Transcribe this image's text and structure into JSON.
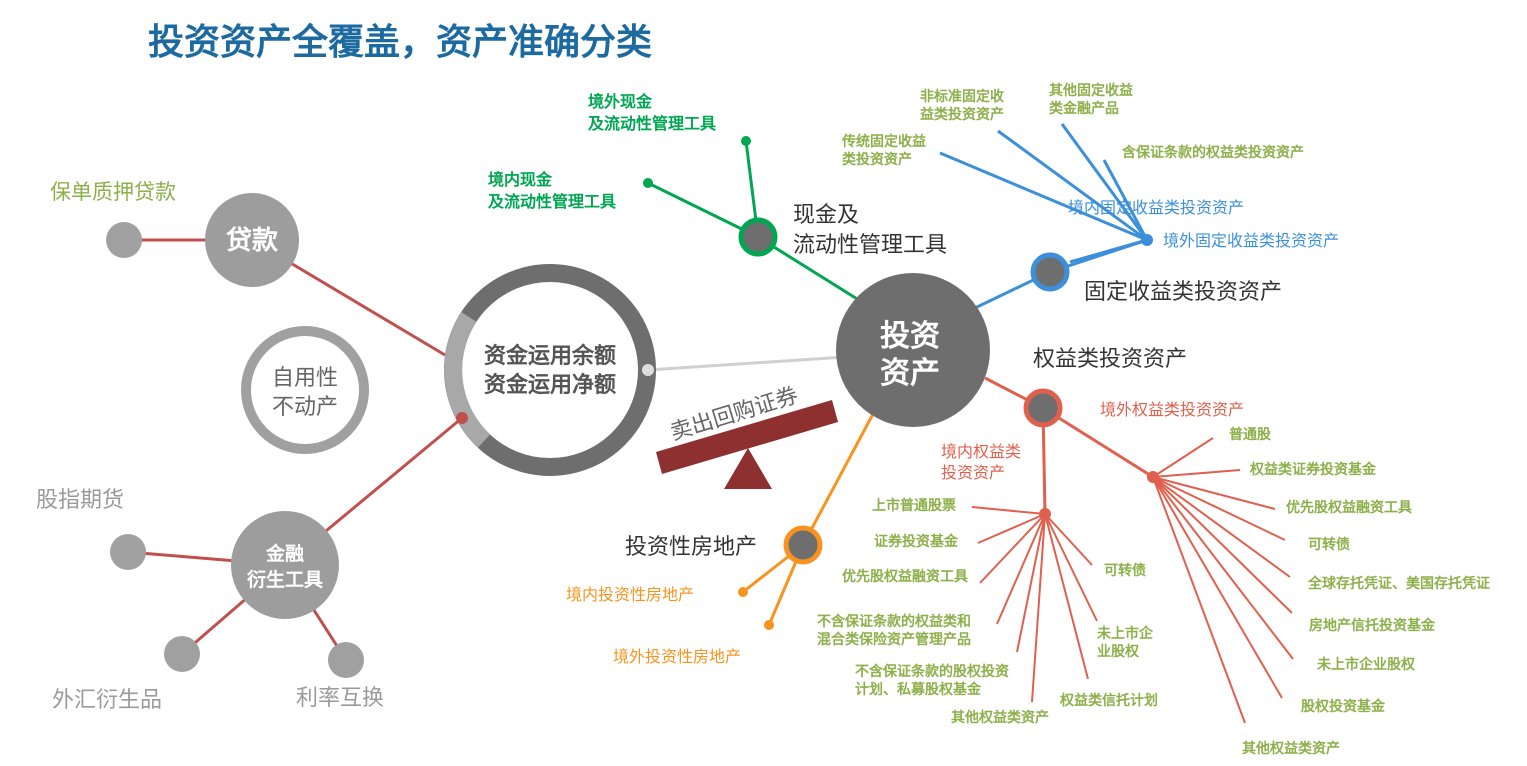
{
  "title": "投资资产全覆盖，资产准确分类",
  "center": {
    "line1": "资金运用余额",
    "line2": "资金运用净额"
  },
  "loans": {
    "label": "贷款",
    "child": "保单质押贷款"
  },
  "self_use": {
    "line1": "自用性",
    "line2": "不动产"
  },
  "derivatives": {
    "line1": "金融",
    "line2": "衍生工具",
    "children": [
      "股指期货",
      "外汇衍生品",
      "利率互换"
    ]
  },
  "repo": "卖出回购证券",
  "investment": {
    "line1": "投资",
    "line2": "资产"
  },
  "cash": {
    "line1": "现金及",
    "line2": "流动性管理工具",
    "overseas": [
      "境外现金",
      "及流动性管理工具"
    ],
    "domestic": [
      "境内现金",
      "及流动性管理工具"
    ]
  },
  "fixed": {
    "label": "固定收益类投资资产",
    "domestic": "境内固定收益类投资资产",
    "overseas": "境外固定收益类投资资产",
    "children": [
      [
        "传统固定收益",
        "类投资资产"
      ],
      [
        "非标准固定收",
        "益类投资资产"
      ],
      [
        "其他固定收益",
        "类金融产品"
      ],
      [
        "含保证条款的权益类投资资产"
      ]
    ]
  },
  "equity": {
    "label": "权益类投资资产",
    "overseas": "境外权益类投资资产",
    "domestic": [
      "境内权益类",
      "投资资产"
    ],
    "domestic_children": [
      "上市普通股票",
      "证券投资基金",
      "优先股权益融资工具",
      "不含保证条款的权益类和",
      "混合类保险资产管理产品",
      "不含保证条款的股权投资",
      "计划、私募股权基金",
      "其他权益类资产",
      "权益类信托计划",
      "未上市企",
      "业股权",
      "可转债"
    ],
    "overseas_children": [
      "普通股",
      "权益类证券投资基金",
      "优先股权益融资工具",
      "可转债",
      "全球存托凭证、美国存托凭证",
      "房地产信托投资基金",
      "未上市企业股权",
      "股权投资基金",
      "其他权益类资产"
    ]
  },
  "real_estate": {
    "label": "投资性房地产",
    "domestic": "境内投资性房地产",
    "overseas": "境外投资性房地产"
  },
  "colors": {
    "title": "#1d6aa0",
    "green": "#00a651",
    "blue": "#3b8fdb",
    "red": "#e0604d",
    "orange": "#f7931e",
    "olive": "#8db04b",
    "gray": "#6e6e6e"
  }
}
